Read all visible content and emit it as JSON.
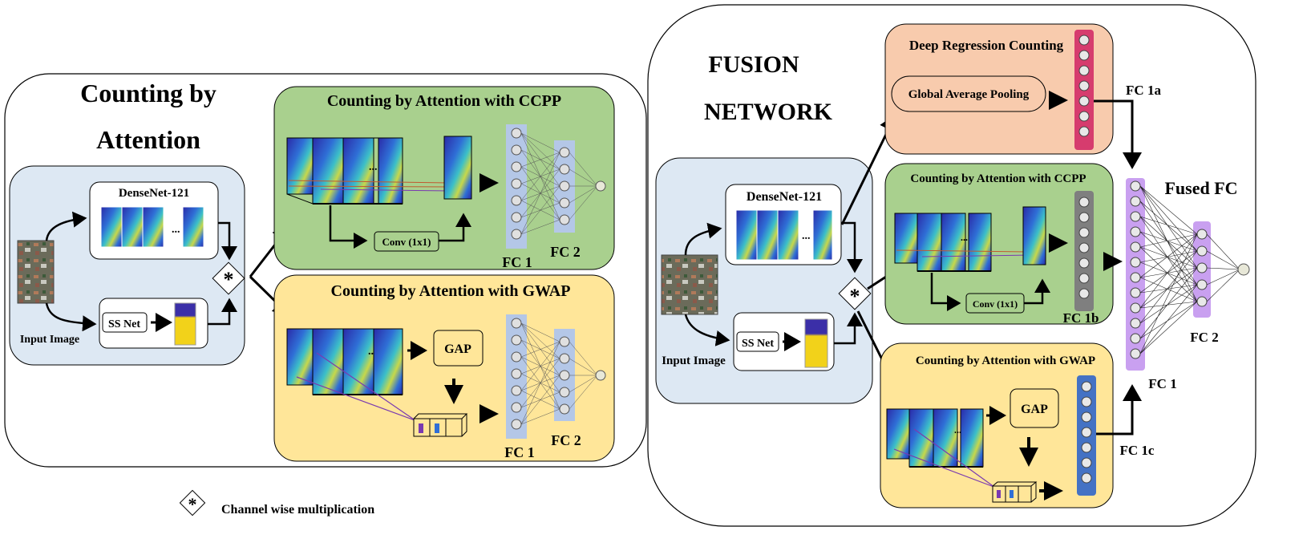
{
  "left_panel": {
    "title_line1": "Counting by",
    "title_line2": "Attention",
    "densenet_label": "DenseNet-121",
    "ssnet_label": "SS Net",
    "input_label": "Input Image",
    "ccpp": {
      "title": "Counting by Attention with CCPP",
      "conv_label": "Conv (1x1)",
      "fc1_label": "FC 1",
      "fc2_label": "FC 2"
    },
    "gwap": {
      "title": "Counting by Attention with GWAP",
      "gap_label": "GAP",
      "fc1_label": "FC 1",
      "fc2_label": "FC 2"
    }
  },
  "legend": {
    "symbol": "*",
    "label": "Channel wise multiplication"
  },
  "right_panel": {
    "title_line1": "FUSION",
    "title_line2": "NETWORK",
    "densenet_label": "DenseNet-121",
    "ssnet_label": "SS Net",
    "input_label": "Input Image",
    "drc": {
      "title": "Deep Regression Counting",
      "gap_label": "Global  Average Pooling",
      "fc_label": "FC 1a"
    },
    "ccpp": {
      "title": "Counting by Attention with CCPP",
      "conv_label": "Conv (1x1)",
      "fc_label": "FC 1b"
    },
    "gwap": {
      "title": "Counting by Attention with GWAP",
      "gap_label": "GAP",
      "fc_label": "FC 1c"
    },
    "fused_label": "Fused FC",
    "fc1_label": "FC 1",
    "fc2_label": "FC 2"
  },
  "colors": {
    "blue_panel": "#dde8f3",
    "green_panel": "#a9d08e",
    "yellow_panel": "#ffe699",
    "orange_panel": "#f8cbad",
    "fc_blue": "#b4c7e7",
    "fc_purple": "#c9a0f0",
    "fc_red": "#d63c6e",
    "fc_gray": "#7f7f7f",
    "fc_darkblue": "#4472c4",
    "feature_blue": "#3b3bb0"
  }
}
